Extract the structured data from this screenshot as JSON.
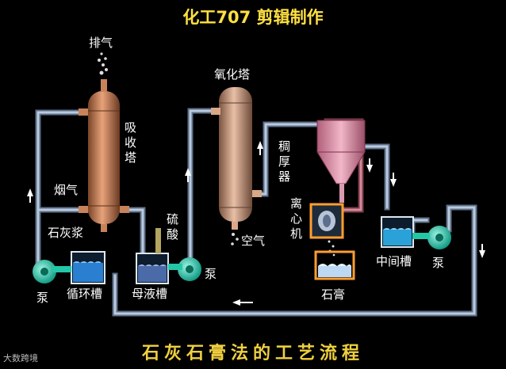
{
  "header": {
    "text": "化工707 剪辑制作"
  },
  "footer": {
    "text": "石灰石膏法的工艺流程"
  },
  "labels": {
    "exhaust": "排气",
    "absorber": "吸收塔",
    "flue_gas": "烟气",
    "lime_slurry": "石灰浆",
    "pump_left": "泵",
    "circulation_tank": "循环槽",
    "sulfuric_acid": "硫酸",
    "mother_liquor_tank": "母液槽",
    "pump_mid": "泵",
    "oxidation_tower": "氧化塔",
    "air": "空气",
    "thickener": "稠厚器",
    "centrifuge": "离心机",
    "gypsum": "石膏",
    "intermediate_tank": "中间槽",
    "pump_right": "泵"
  },
  "watermark": {
    "text": "大数跨境"
  },
  "colors": {
    "background": "#000000",
    "tower": "#c8835a",
    "pipe": "#9fb4cf",
    "pipe_hot": "#c77a86",
    "pump": "#23c7a8",
    "tank_liquid": "#2a7fd0",
    "title": "#ffe040"
  }
}
